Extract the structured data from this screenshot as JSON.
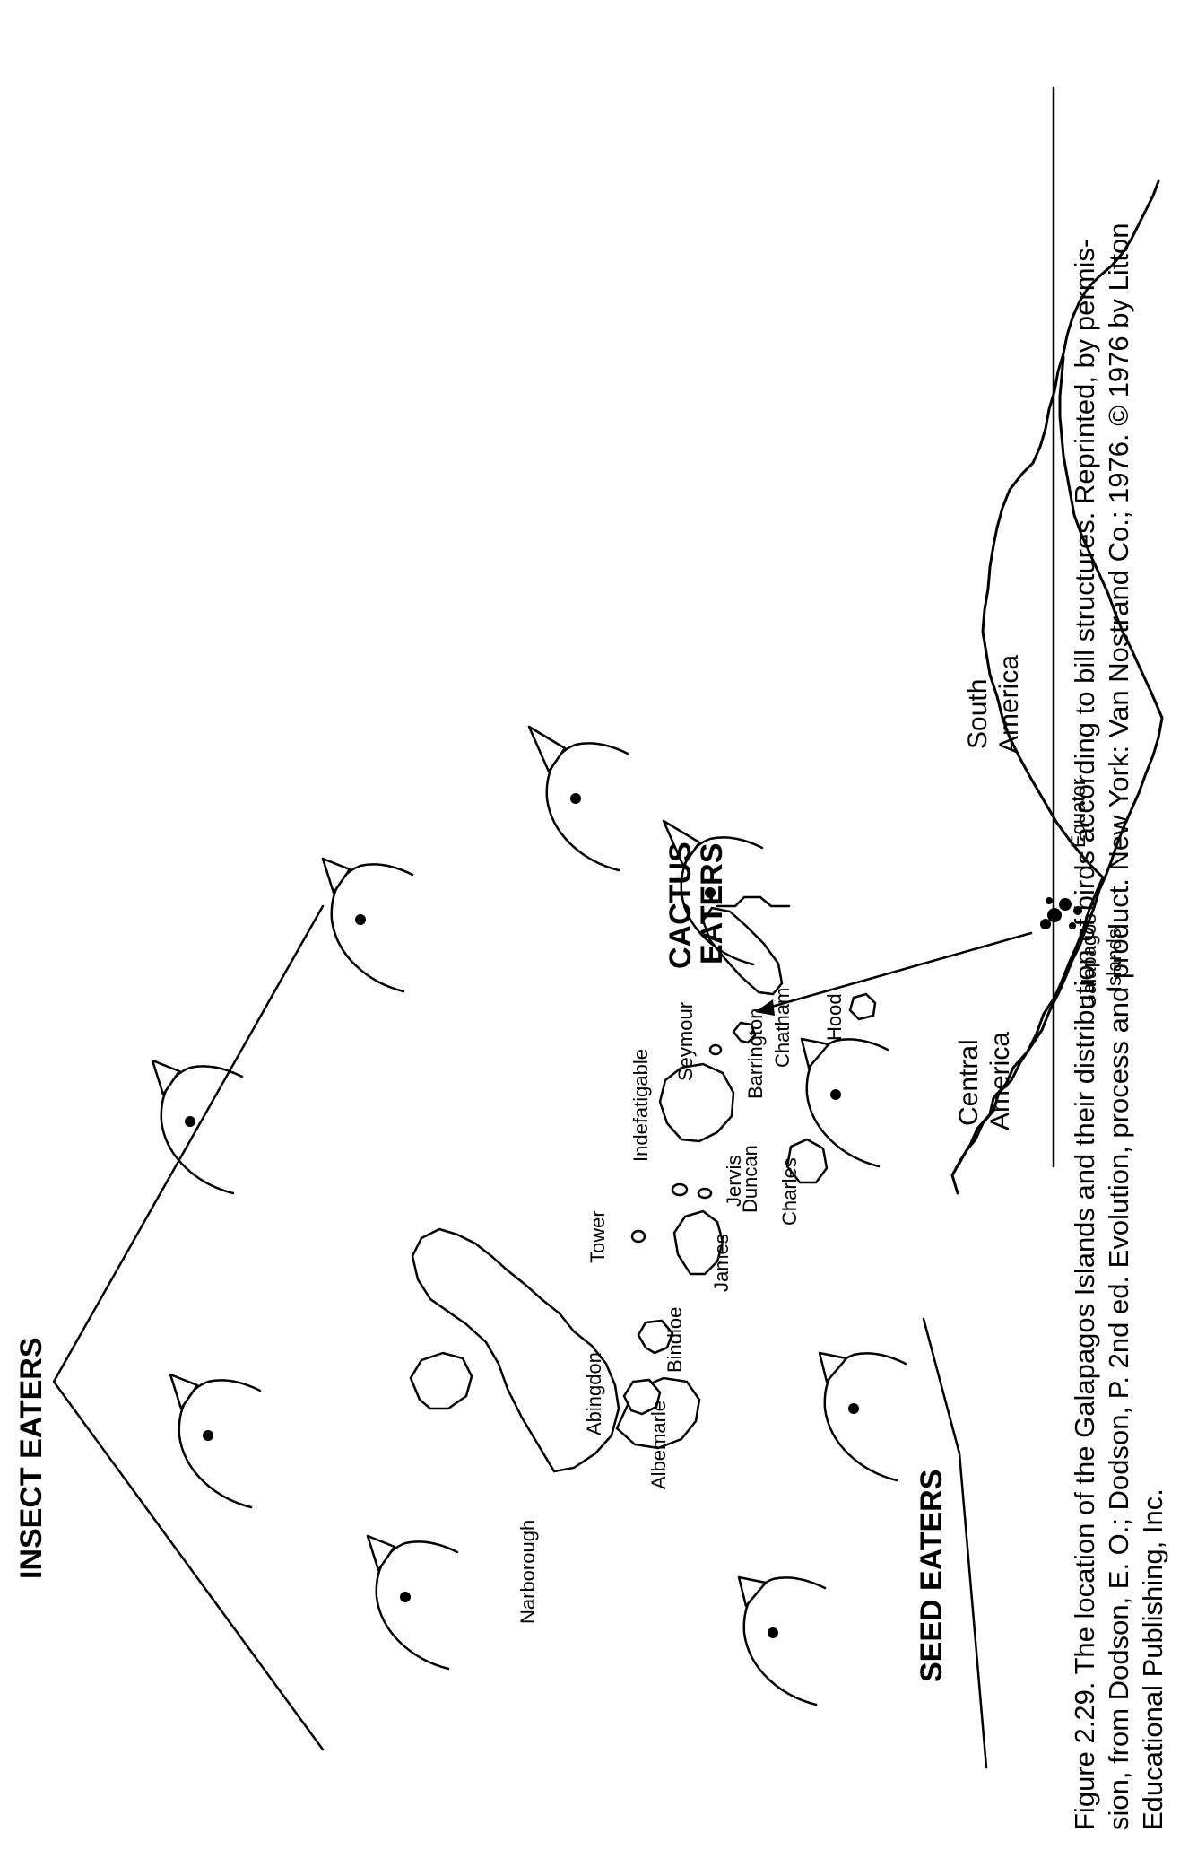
{
  "map": {
    "central_america": [
      "Central",
      "America"
    ],
    "south_america": [
      "South",
      "America"
    ],
    "equator": "Equator",
    "galapagos": [
      "Galapagos",
      "Islands"
    ]
  },
  "islands": {
    "abingdon": "Abingdon",
    "tower": "Tower",
    "bindloe": "Bindloe",
    "james": "James",
    "seymour": "Seymour",
    "jervis": "Jervis",
    "duncan": "Duncan",
    "indefatigable": "Indefatigable",
    "chatham": "Chatham",
    "barrington": "Barrington",
    "charles": "Charles",
    "hood": "Hood",
    "albemarle": "Albemarle",
    "narborough": "Narborough"
  },
  "groups": {
    "insect": "INSECT EATERS",
    "cactus": [
      "CACTUS",
      "EATERS"
    ],
    "seed": "SEED EATERS"
  },
  "caption": [
    "Figure 2.29. The location of the Galapagos Islands and their distribution of birds according to bill structures. Reprinted, by permis-",
    "sion, from Dodson, E. O.; Dodson, P. 2nd ed. Evolution, process and product. New York: Van Nostrand Co.; 1976. © 1976 by Litton",
    "Educational Publishing, Inc."
  ]
}
